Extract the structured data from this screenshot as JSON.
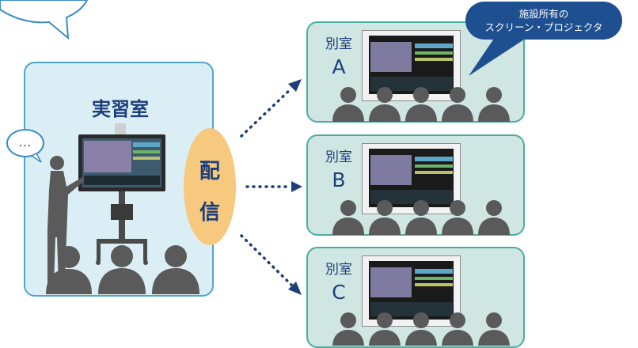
{
  "main_room": {
    "title": "実習室"
  },
  "distribution": {
    "line1": "配",
    "line2": "信"
  },
  "rooms": [
    {
      "label": "別室",
      "letter": "A"
    },
    {
      "label": "別室",
      "letter": "B"
    },
    {
      "label": "別室",
      "letter": "C"
    }
  ],
  "callout": {
    "line1": "施設所有の",
    "line2": "スクリーン・プロジェクタ"
  },
  "speech": {
    "text": "…"
  },
  "colors": {
    "main_room_fill": "#dbeef5",
    "main_room_border": "#4da7cc",
    "room_fill": "#cfe6e2",
    "room_border": "#4aada3",
    "distribution_fill": "#f7c97f",
    "text_dark_blue": "#1d3f7a",
    "callout_fill": "#1d4f91",
    "silhouette": "#555555"
  }
}
